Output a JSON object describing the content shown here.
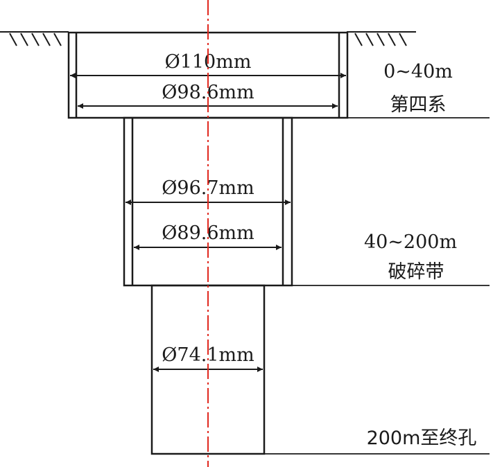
{
  "diagram": {
    "stages": [
      {
        "diameter_outer": "Ø110mm",
        "diameter_inner": "Ø98.6mm",
        "depth": "0~40m",
        "formation": "第四系"
      },
      {
        "diameter_outer": "Ø96.7mm",
        "diameter_inner": "Ø89.6mm",
        "depth": "40~200m",
        "formation": "破碎带"
      },
      {
        "diameter_open": "Ø74.1mm",
        "depth": "200m至终孔"
      }
    ],
    "colors": {
      "line": "#1a1a1a",
      "centerline": "#e0281e",
      "background": "#ffffff"
    }
  }
}
